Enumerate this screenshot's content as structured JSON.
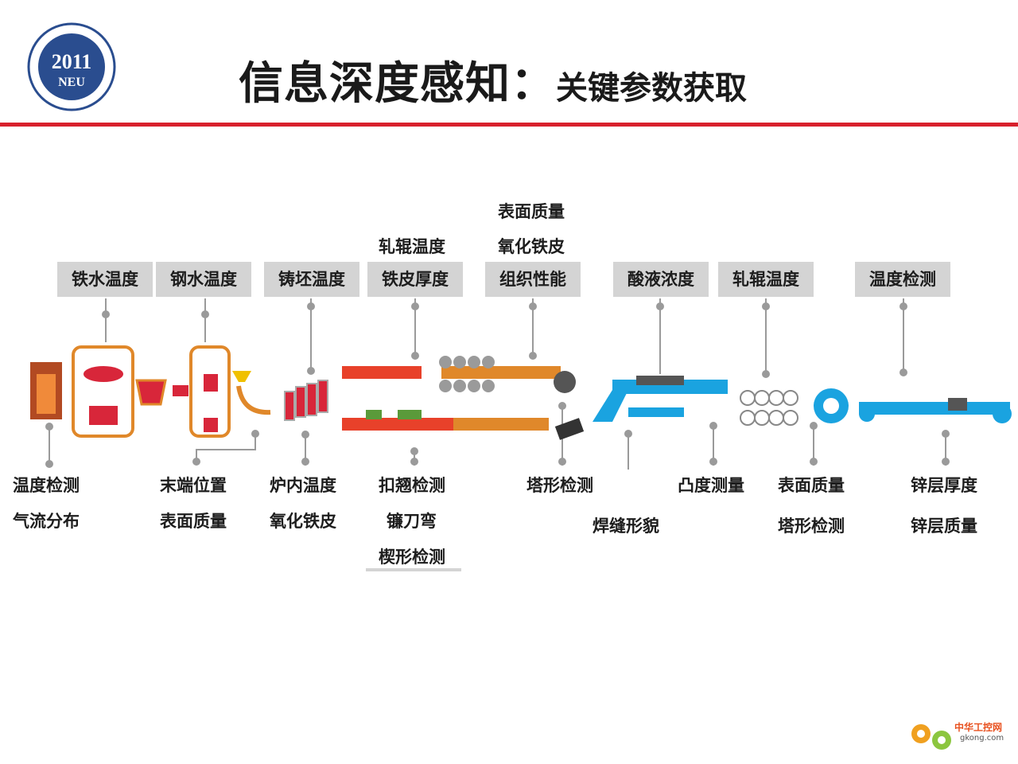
{
  "logo": {
    "year": "2011",
    "abbr": "NEU",
    "icon": "university-seal-icon"
  },
  "title": {
    "main": "信息深度感知",
    "separator": "：",
    "sub": "关键参数获取"
  },
  "colors": {
    "accent_red": "#d8202c",
    "box_gray": "#d4d4d4",
    "process_orange": "#e0882a",
    "strip_blue": "#1aa3e0"
  },
  "top_labels": {
    "iron_temp": "铁水温度",
    "steel_temp": "钢水温度",
    "slab_temp": "铸坯温度",
    "hot_roll": [
      "轧辊温度",
      "铁皮厚度"
    ],
    "finish": [
      "表面质量",
      "氧化铁皮",
      "组织性能"
    ],
    "acid": "酸液浓度",
    "cold_roll": "轧辊温度",
    "galv": "温度检测"
  },
  "bottom_labels": {
    "blast": [
      "温度检测",
      "气流分布"
    ],
    "caster": [
      "末端位置",
      "表面质量"
    ],
    "furnace": [
      "炉内温度",
      "氧化铁皮"
    ],
    "rough": [
      "扣翘检测",
      "镰刀弯",
      "楔形检测"
    ],
    "coiler": "塔形检测",
    "weld": "焊缝形貌",
    "crown": "凸度测量",
    "coil": [
      "表面质量",
      "塔形检测"
    ],
    "zinc": [
      "锌层厚度",
      "锌层质量"
    ]
  },
  "watermark": {
    "name": "中华工控网",
    "url": "gkong.com",
    "icon": "gear-icon"
  }
}
